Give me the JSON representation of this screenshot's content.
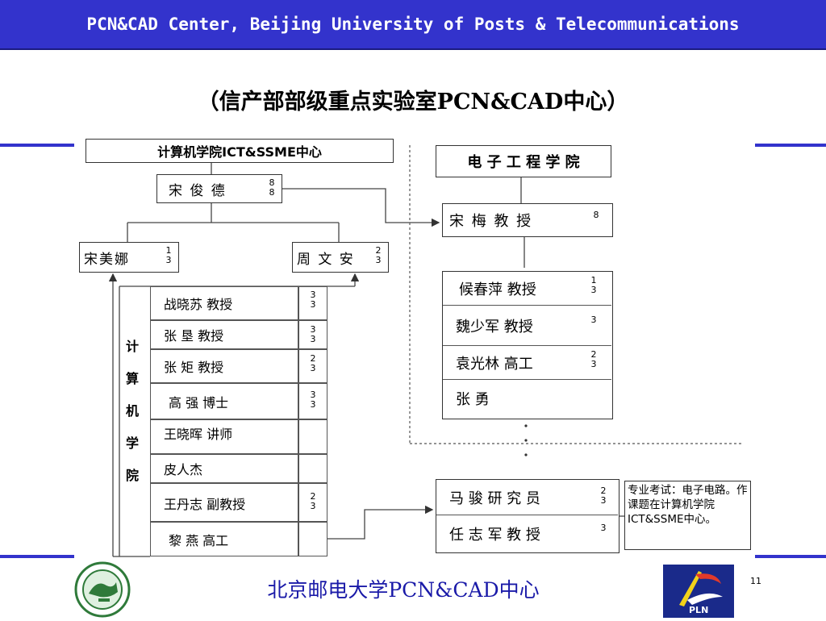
{
  "header": {
    "title": "PCN&CAD Center, Beijing University of Posts & Telecommunications"
  },
  "subtitle": "（信产部部级重点实验室PCN&CAD中心）",
  "left": {
    "center_title": "计算机学院ICT&SSME中心",
    "head": {
      "name": "宋 俊 德",
      "n1": "8",
      "n2": "8"
    },
    "deputy_left": {
      "name": "宋美娜",
      "n1": "1",
      "n2": "3"
    },
    "deputy_right": {
      "name": "周 文 安",
      "n1": "2",
      "n2": "3"
    },
    "vertical_label": [
      "计",
      "算",
      "机",
      "学",
      "院"
    ],
    "members": [
      {
        "name": "战晓苏   教授",
        "n1": "3",
        "n2": "3"
      },
      {
        "name": "张   垦   教授",
        "n1": "3",
        "n2": "3"
      },
      {
        "name": "张   矩   教授",
        "n1": "2",
        "n2": "3"
      },
      {
        "name": "高  强   博士",
        "n1": "3",
        "n2": "3"
      },
      {
        "name": "王晓晖  讲师",
        "n1": "",
        "n2": ""
      },
      {
        "name": "皮人杰",
        "n1": "",
        "n2": ""
      },
      {
        "name": "王丹志  副教授",
        "n1": "2",
        "n2": "3"
      },
      {
        "name": "黎  燕  高工",
        "n1": "",
        "n2": ""
      }
    ]
  },
  "right": {
    "school_title": "电 子 工 程 学 院",
    "head": {
      "name": "宋 梅  教 授",
      "n1": "8"
    },
    "members": [
      {
        "name": "候春萍  教授",
        "n1": "1",
        "n2": "3"
      },
      {
        "name": "魏少军  教授",
        "n1": "3",
        "n2": ""
      },
      {
        "name": "袁光林  高工",
        "n1": "2",
        "n2": "3"
      },
      {
        "name": "张    勇",
        "n1": "",
        "n2": ""
      }
    ],
    "bottom": [
      {
        "name": "马 骏  研 究 员",
        "n1": "2",
        "n2": "3"
      },
      {
        "name": "任 志 军  教 授",
        "n1": "3",
        "n2": ""
      }
    ]
  },
  "note": "专业考试：电子电路。作课题在计算机学院ICT&SSME中心。",
  "footer": {
    "text": "北京邮电大学PCN&CAD中心",
    "page_number": "11"
  },
  "logos": {
    "left": "university-seal",
    "right": "PLN"
  },
  "colors": {
    "header_bg": "#3333cc",
    "rule": "#3333cc",
    "footer_text": "#1a1aa8"
  }
}
